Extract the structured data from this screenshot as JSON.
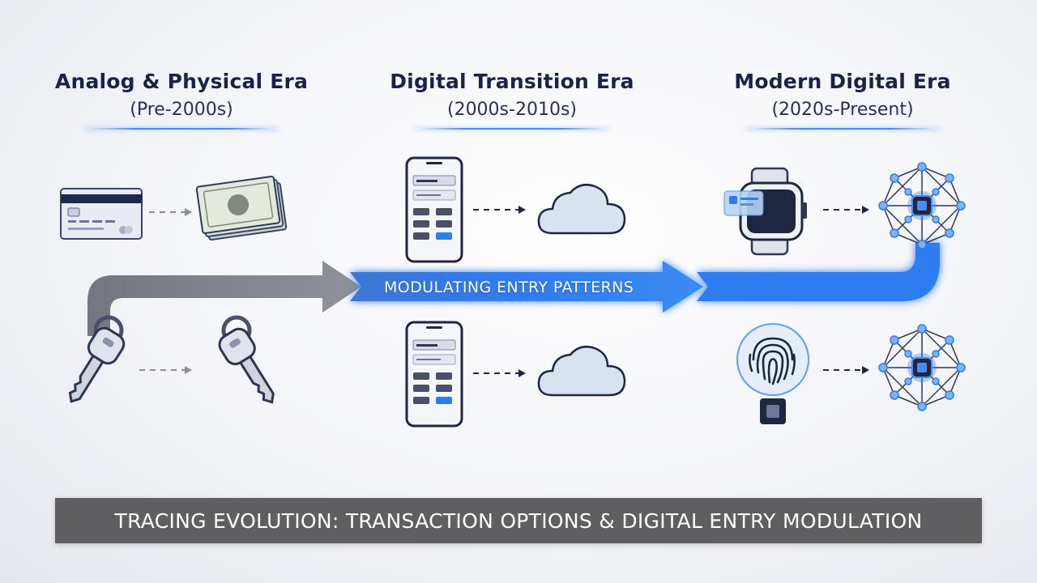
{
  "eras": [
    {
      "title": "Analog & Physical Era",
      "subtitle": "(Pre-2000s)"
    },
    {
      "title": "Digital Transition Era",
      "subtitle": "(2000s-2010s)"
    },
    {
      "title": "Modern Digital Era",
      "subtitle": "(2020s-Present)"
    }
  ],
  "flow": {
    "label": "MODULATING ENTRY PATTERNS"
  },
  "footer": {
    "banner": "TRACING EVOLUTION: TRANSACTION OPTIONS & DIGITAL ENTRY MODULATION"
  },
  "icons": [
    "credit-card-icon",
    "cash-stack-icon",
    "key-ring-icon",
    "single-key-icon",
    "smartphone-icon",
    "cloud-icon",
    "smartwatch-icon",
    "network-node-icon",
    "fingerprint-scanner-icon",
    "dashed-arrow-icon"
  ],
  "colors": {
    "title_navy": "#1a2247",
    "accent_blue": "#2f7bf0",
    "arrow_gray": "#7d8087",
    "banner_gray": "#5f5f61"
  }
}
